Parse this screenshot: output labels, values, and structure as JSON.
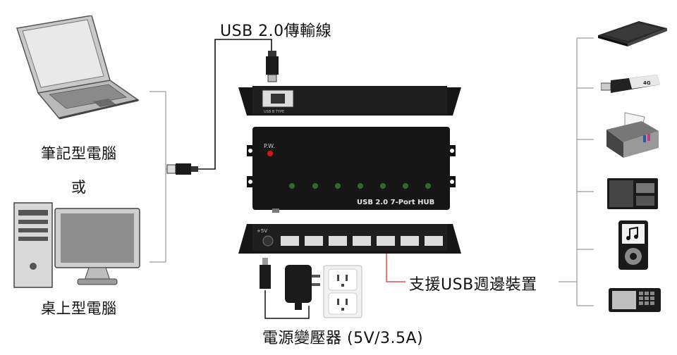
{
  "labels": {
    "usb_cable": "USB 2.0傳輸線",
    "laptop": "筆記型電腦",
    "or": "或",
    "desktop": "桌上型電腦",
    "peripherals": "支援USB週邊裝置",
    "power_adapter": "電源變壓器 (5V/3.5A)"
  },
  "hub": {
    "model_text": "USB 2.0 7-Port HUB",
    "pw_text": "P.W.",
    "port_label": "USB B TYPE",
    "power_in_text": "+5V",
    "port_count": 7
  },
  "colors": {
    "hub_body": "#161616",
    "led": "#2f6b2f",
    "power_led": "#d01818",
    "line": "#8a8a8a",
    "red_connector": "#e05050"
  },
  "devices": [
    {
      "name": "external-hdd",
      "icon": "hdd-icon"
    },
    {
      "name": "usb-flash-drive",
      "icon": "flash-drive-icon",
      "text": "4G"
    },
    {
      "name": "printer",
      "icon": "printer-icon"
    },
    {
      "name": "camera",
      "icon": "camera-icon"
    },
    {
      "name": "mp3-player",
      "icon": "mp3-player-icon"
    },
    {
      "name": "mobile-phone",
      "icon": "phone-icon"
    }
  ]
}
